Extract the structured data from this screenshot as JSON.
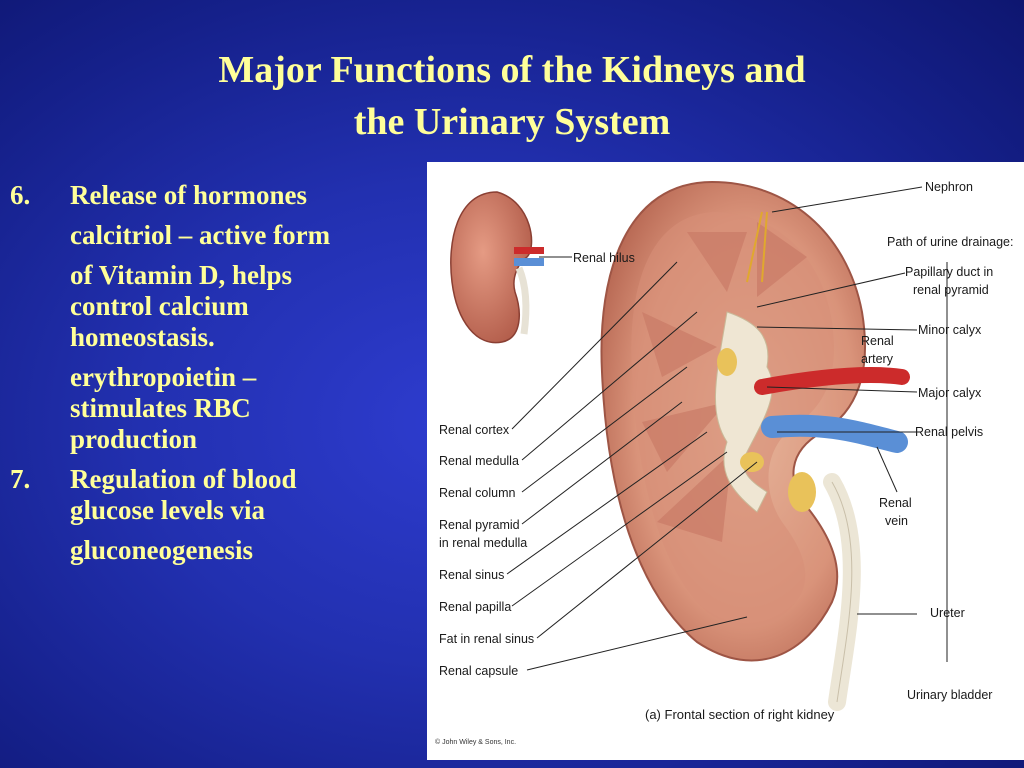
{
  "slide": {
    "title_line1": "Major Functions of the Kidneys and",
    "title_line2": "the Urinary System"
  },
  "bullets": {
    "item6": {
      "number": "6.",
      "heading": "Release of hormones",
      "sub1": [
        "calcitriol – active form",
        "of Vitamin D, helps",
        "control calcium",
        "homeostasis."
      ],
      "sub2": [
        "erythropoietin –",
        "stimulates RBC",
        "production"
      ]
    },
    "item7": {
      "number": "7.",
      "heading_lines": [
        "Regulation of blood",
        "glucose levels via"
      ],
      "sub": "gluconeogenesis"
    }
  },
  "figure": {
    "left_labels": [
      "Renal cortex",
      "Renal medulla",
      "Renal column",
      "Renal pyramid",
      "in renal medulla",
      "Renal sinus",
      "Renal papilla",
      "Fat in renal sinus",
      "Renal capsule"
    ],
    "renal_hilus": "Renal hilus",
    "nephron": "Nephron",
    "path_heading": "Path of urine drainage:",
    "papillary_duct": [
      "Papillary duct in",
      "renal pyramid"
    ],
    "minor_calyx": "Minor calyx",
    "renal_artery": [
      "Renal",
      "artery"
    ],
    "major_calyx": "Major calyx",
    "renal_pelvis": "Renal pelvis",
    "renal_vein": [
      "Renal",
      "vein"
    ],
    "ureter": "Ureter",
    "urinary_bladder": "Urinary bladder",
    "caption": "(a) Frontal section of right kidney",
    "copyright": "© John Wiley & Sons, Inc."
  },
  "colors": {
    "title_text": "#ffff99",
    "background": "#2230b0"
  }
}
